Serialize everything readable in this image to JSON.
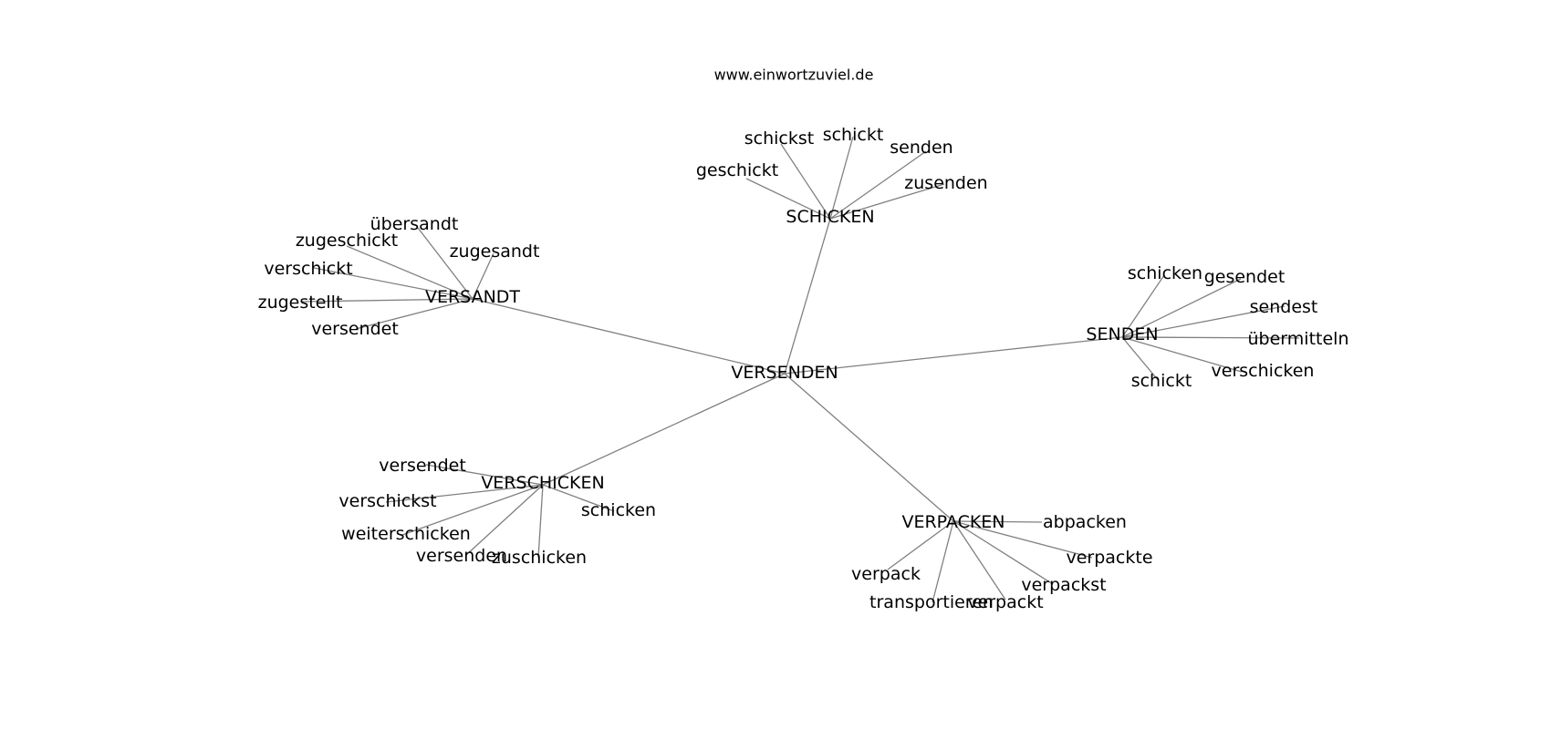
{
  "header": {
    "site": "www.einwortzuviel.de"
  },
  "graph": {
    "root": "VERSENDEN",
    "clusters": [
      {
        "hub": "SCHICKEN",
        "words": [
          "geschickt",
          "schickst",
          "schickt",
          "senden",
          "zusenden"
        ]
      },
      {
        "hub": "VERSANDT",
        "words": [
          "übersandt",
          "zugeschickt",
          "zugesandt",
          "verschickt",
          "zugestellt",
          "versendet"
        ]
      },
      {
        "hub": "SENDEN",
        "words": [
          "schicken",
          "gesendet",
          "sendest",
          "übermitteln",
          "verschicken",
          "schickt"
        ]
      },
      {
        "hub": "VERSCHICKEN",
        "words": [
          "versendet",
          "verschickst",
          "weiterschicken",
          "versenden",
          "zuschicken",
          "schicken"
        ]
      },
      {
        "hub": "VERPACKEN",
        "words": [
          "abpacken",
          "verpackte",
          "verpackst",
          "verpackt",
          "transportieren",
          "verpack"
        ]
      }
    ]
  },
  "colors": {
    "edge": "#808080",
    "text": "#000000",
    "background": "#ffffff"
  }
}
